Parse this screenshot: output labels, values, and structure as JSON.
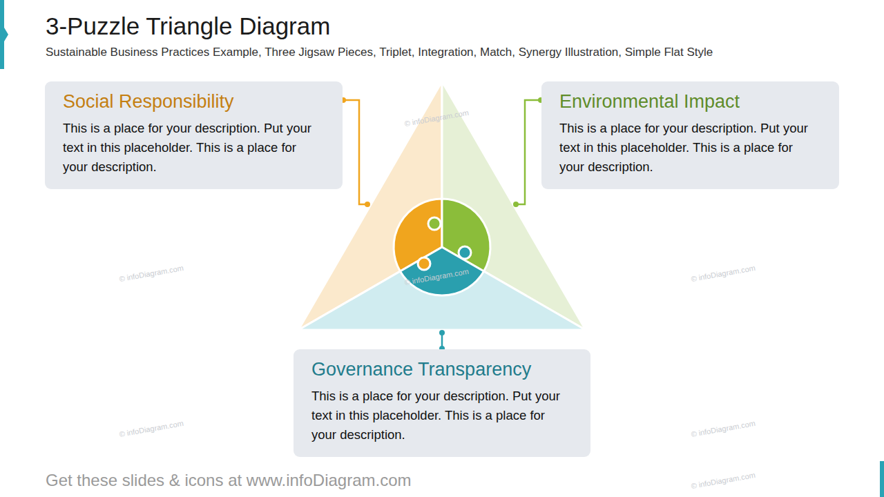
{
  "diagram": {
    "title": "3-Puzzle Triangle Diagram",
    "caption": "Sustainable Business Practices Example, Three Jigsaw Pieces, Triplet, Integration, Match, Synergy Illustration, Simple Flat Style",
    "nodes": [
      {
        "text": [
          "Social Responsibility",
          "This is a place for your description. Put your text in this placeholder. This is a place for your description."
        ]
      },
      {
        "text": [
          "Environmental Impact",
          "This is a place for your description. Put your text in this placeholder. This is a place for your description."
        ]
      },
      {
        "text": [
          "Governance Transparency",
          "This is a place for your description. Put your text in this placeholder. This is a place for your description."
        ]
      }
    ],
    "labels": [
      "Get these slides & icons at www.infoDiagram.com",
      "© infoDiagram.com",
      "© infoDiagram.com",
      "© infoDiagram.com",
      "© infoDiagram.com",
      "© infoDiagram.com",
      "© infoDiagram.com",
      "© infoDiagram.com"
    ]
  }
}
